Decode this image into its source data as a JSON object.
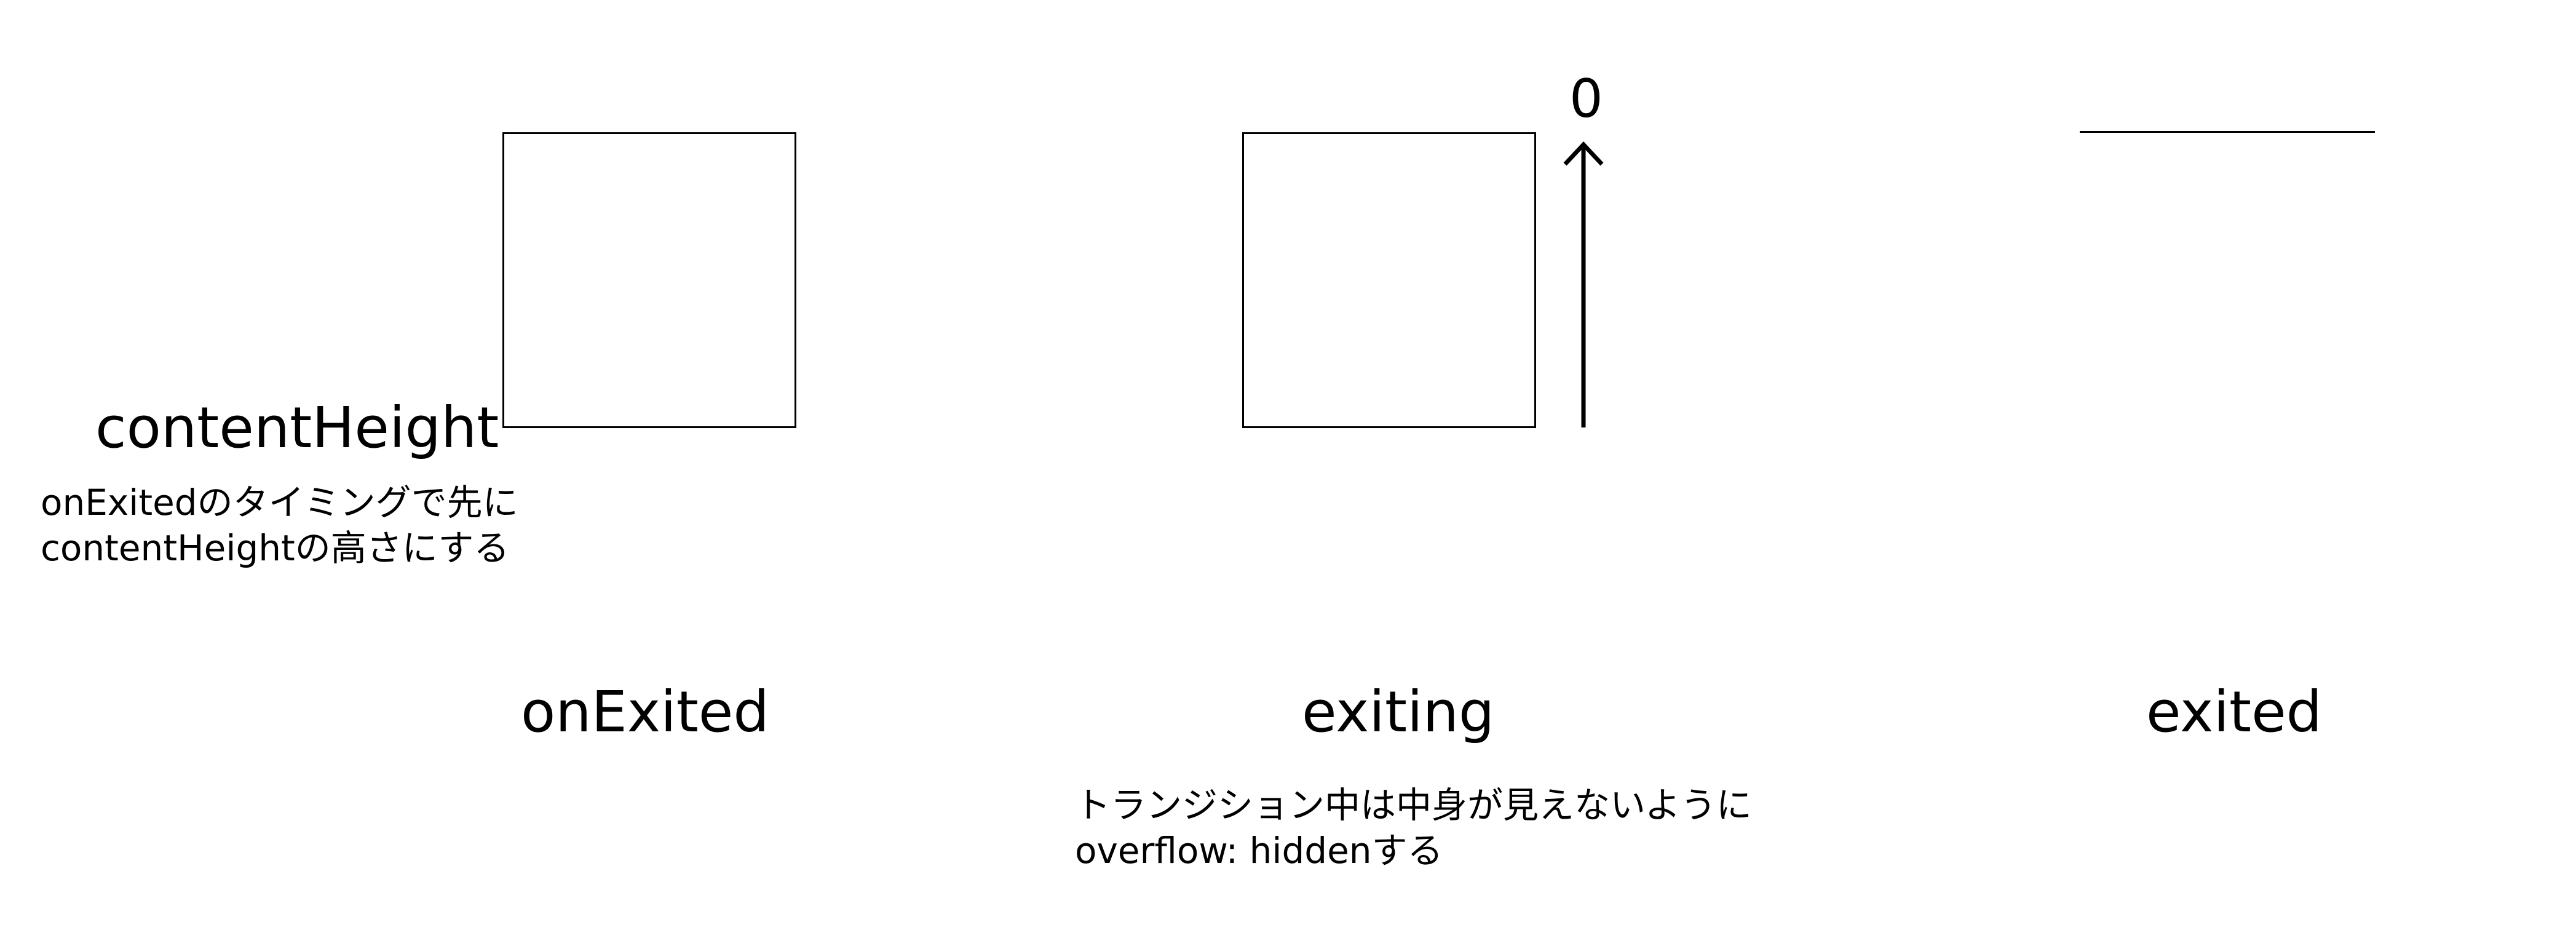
{
  "left_panel": {
    "content_height_label": "contentHeight",
    "note_line1": "onExitedのタイミングで先に",
    "note_line2": "contentHeightの高さにする",
    "state_label": "onExited"
  },
  "middle_panel": {
    "zero_label": "0",
    "state_label": "exiting",
    "note_line1": "トランジション中は中身が見えないように",
    "note_line2": "overflow: hiddenする"
  },
  "right_panel": {
    "state_label": "exited"
  }
}
